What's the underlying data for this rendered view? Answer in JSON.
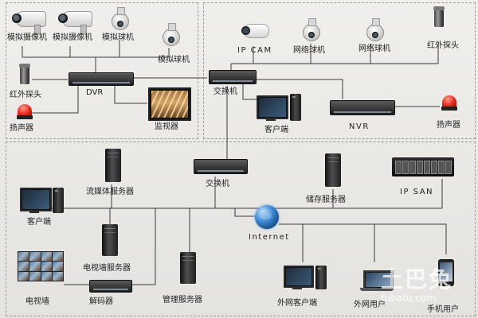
{
  "labels": {
    "analog_cam_1": "模拟摄像机",
    "analog_cam_2": "模拟摄像机",
    "analog_ball_1": "模拟球机",
    "analog_ball_2": "模拟球机",
    "ir_probe_left": "红外探头",
    "speaker_left": "扬声器",
    "dvr": "DVR",
    "monitor": "监视器",
    "switch_top": "交换机",
    "ip_cam": "IP CAM",
    "net_ball_1": "网络球机",
    "net_ball_2": "网络球机",
    "ir_probe_right": "红外探头",
    "client_top": "客户端",
    "nvr": "NVR",
    "speaker_right": "扬声器",
    "streaming_server": "流媒体服务器",
    "switch_mid": "交换机",
    "storage_server": "储存服务器",
    "ip_san": "IP SAN",
    "client_left": "客户端",
    "internet": "Internet",
    "tvwall_server": "电视墙服务器",
    "tv_wall": "电视墙",
    "decoder": "解码器",
    "mgmt_server": "管理服务器",
    "ext_client": "外网客户端",
    "ext_user": "外网用户",
    "mobile_user": "手机用户"
  },
  "watermark": {
    "logo": "土巴兔",
    "site": "tubatu.com"
  }
}
